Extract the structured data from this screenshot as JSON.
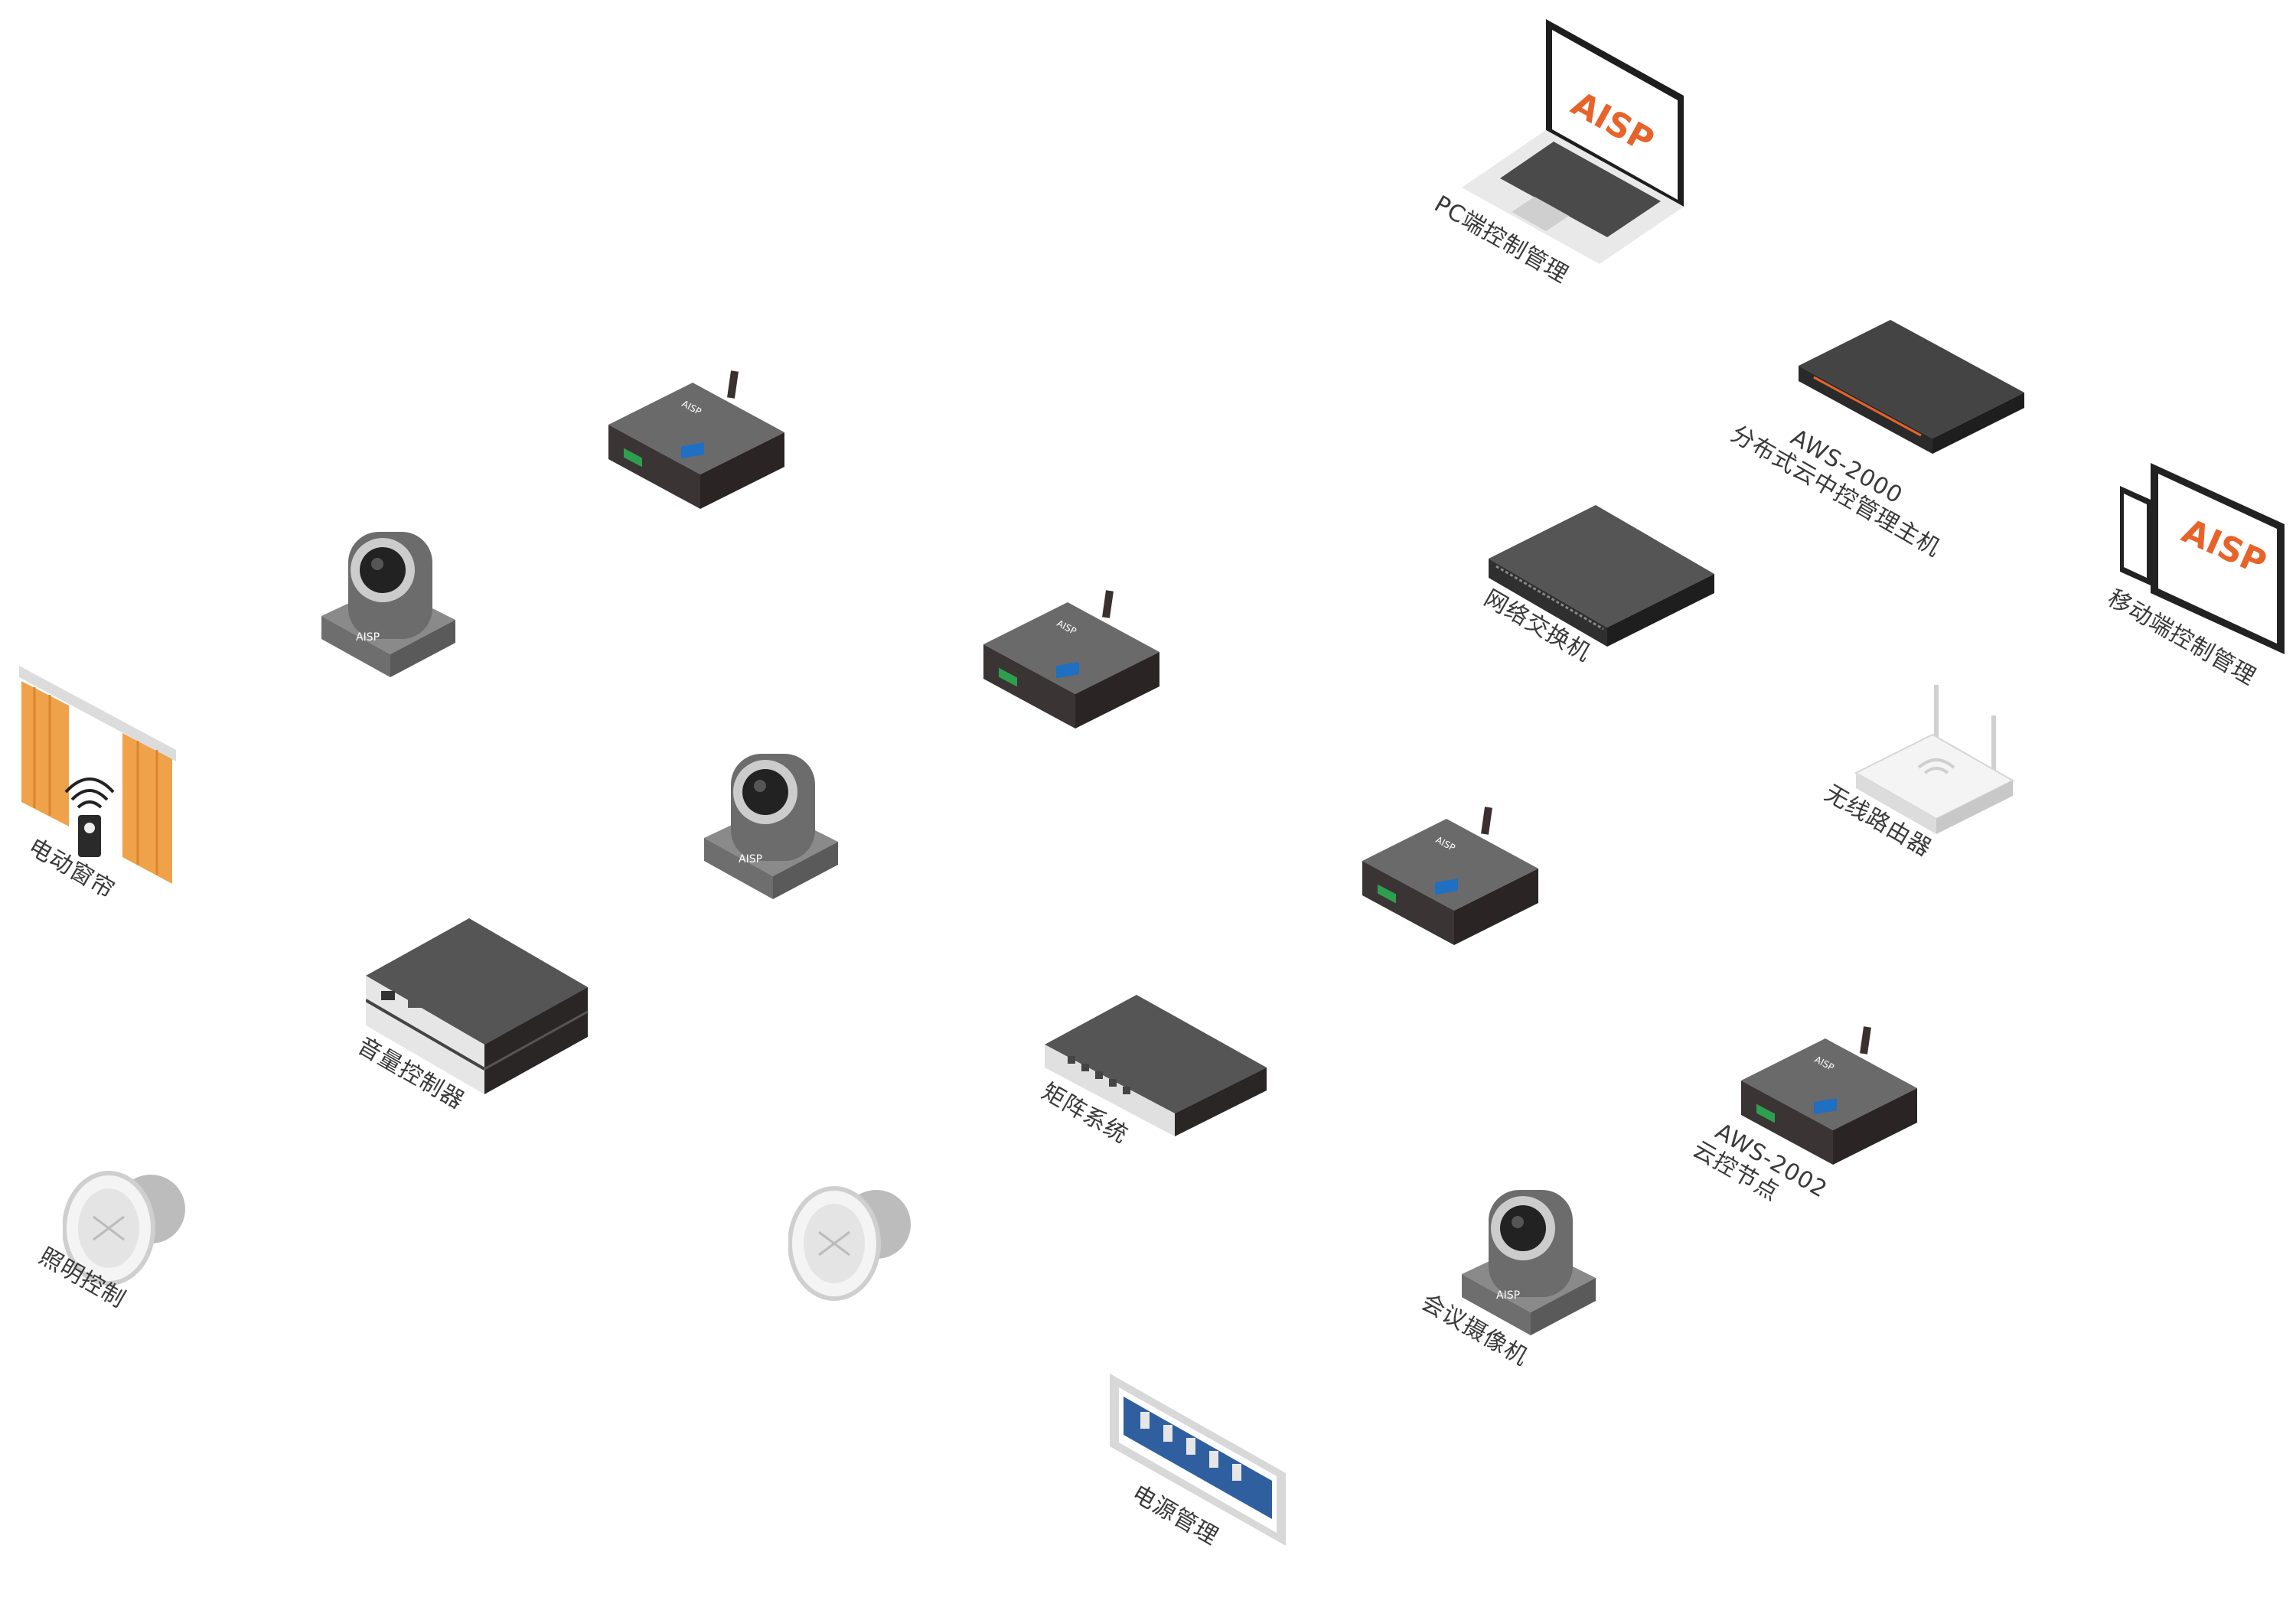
{
  "devices": {
    "pc": {
      "label": "PC端控制管理",
      "logo": "AISP"
    },
    "aws2000": {
      "model": "AWS-2000",
      "label": "分布式云中控管理主机"
    },
    "mobile": {
      "label": "移动端控制管理",
      "logo": "AISP"
    },
    "switch": {
      "label": "网络交换机"
    },
    "router": {
      "label": "无线路由器"
    },
    "node": {
      "model": "AWS-2002",
      "label": "云控节点",
      "brand": "AISP"
    },
    "camera": {
      "label": "会议摄像机",
      "brand": "AISP"
    },
    "curtain": {
      "label": "电动窗帘"
    },
    "audio": {
      "label": "音量控制器"
    },
    "matrix": {
      "label": "矩阵系统"
    },
    "light": {
      "label": "照明控制"
    },
    "power": {
      "label": "电源管理"
    }
  },
  "colors": {
    "brand": "#e8632a",
    "device_top": "#6b6b6b",
    "device_side": "#3a3636",
    "port_blue": "#1f6fc2",
    "terminal_green": "#2e9e4f",
    "curtain": "#f0a24a"
  }
}
